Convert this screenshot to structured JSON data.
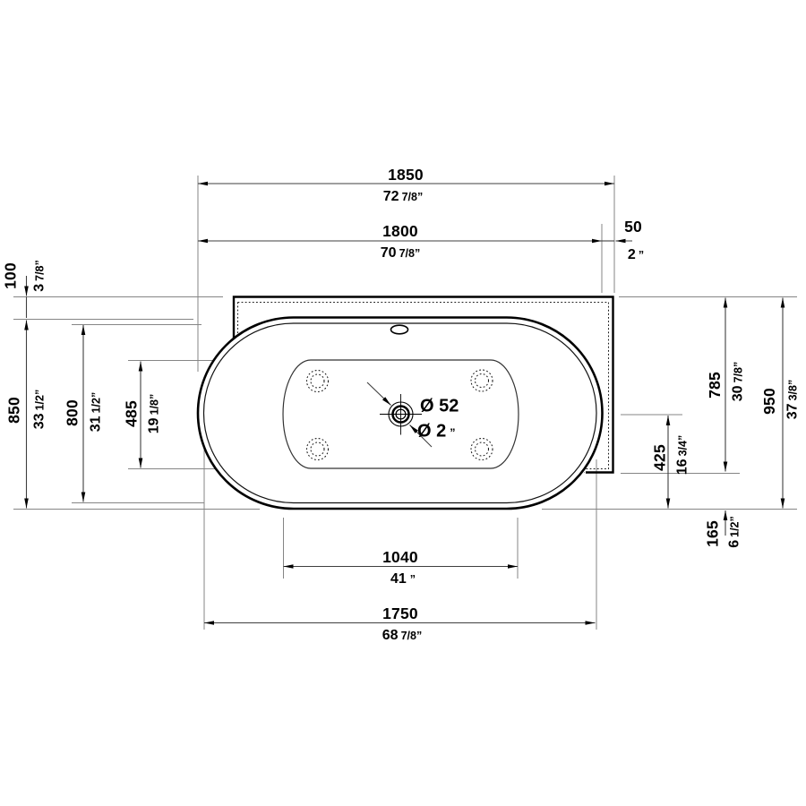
{
  "dims": {
    "d1850": {
      "metric": "1850",
      "inch_main": "72",
      "inch_frac": "7/8”"
    },
    "d1800": {
      "metric": "1800",
      "inch_main": "70",
      "inch_frac": "7/8”"
    },
    "d50": {
      "metric": "50",
      "inch_main": "2",
      "inch_frac": "”"
    },
    "d100": {
      "metric": "100",
      "inch_main": "3",
      "inch_frac": "7/8”"
    },
    "d850": {
      "metric": "850",
      "inch_main": "33",
      "inch_frac": "1/2”"
    },
    "d800": {
      "metric": "800",
      "inch_main": "31",
      "inch_frac": "1/2”"
    },
    "d485": {
      "metric": "485",
      "inch_main": "19",
      "inch_frac": "1/8”"
    },
    "d785": {
      "metric": "785",
      "inch_main": "30",
      "inch_frac": "7/8”"
    },
    "d950": {
      "metric": "950",
      "inch_main": "37",
      "inch_frac": "3/8”"
    },
    "d425": {
      "metric": "425",
      "inch_main": "16",
      "inch_frac": "3/4”"
    },
    "d165": {
      "metric": "165",
      "inch_main": "6",
      "inch_frac": "1/2”"
    },
    "d1040": {
      "metric": "1040",
      "inch_main": "41",
      "inch_frac": "”"
    },
    "d1750": {
      "metric": "1750",
      "inch_main": "68",
      "inch_frac": "7/8”"
    },
    "drain": {
      "metric": "Ø 52",
      "inch_main": "Ø 2",
      "inch_frac": "”"
    }
  },
  "colors": {
    "line": "#000000",
    "dim_line": "#3f3f3f",
    "ext_line": "#858585",
    "background": "#ffffff"
  }
}
